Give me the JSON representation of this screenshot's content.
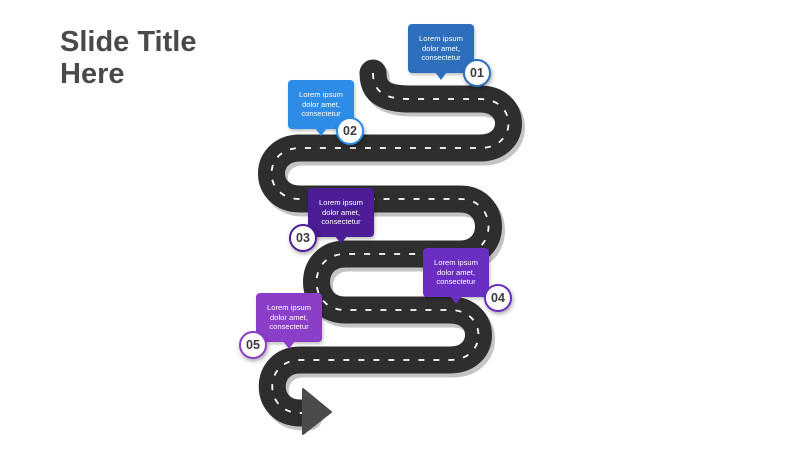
{
  "slide": {
    "title": "Slide Title\nHere"
  },
  "steps": [
    {
      "number": "01",
      "text": "Lorem ipsum dolor amet, consectetur",
      "color": "#2e6fbd"
    },
    {
      "number": "02",
      "text": "Lorem ipsum dolor amet, consectetur",
      "color": "#2c8ce6"
    },
    {
      "number": "03",
      "text": "Lorem ipsum dolor amet, consectetur",
      "color": "#4b1d96"
    },
    {
      "number": "04",
      "text": "Lorem ipsum dolor amet, consectetur",
      "color": "#6a2fc2"
    },
    {
      "number": "05",
      "text": "Lorem ipsum dolor amet, consectetur",
      "color": "#8b3fc8"
    }
  ],
  "road": {
    "color": "#2e2e2e",
    "shadow_color": "#c4c4c4",
    "arrow_color": "#4b4b4b"
  }
}
